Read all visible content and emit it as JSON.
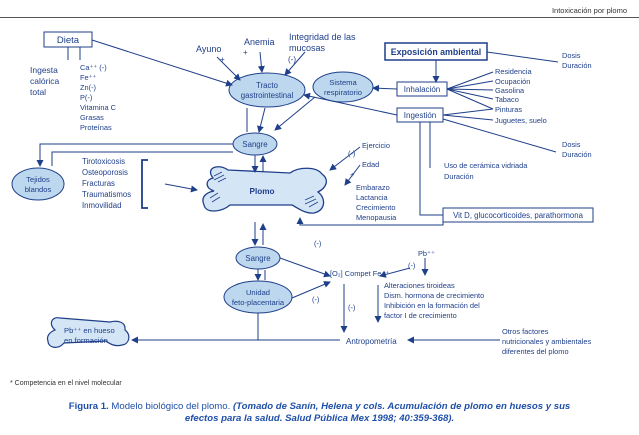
{
  "header": {
    "title": "Intoxicación por plomo"
  },
  "footnote": "* Competencia en el nivel molecular",
  "caption": {
    "label": "Figura 1.",
    "text": "Modelo biológico del plomo.",
    "source_line1": "(Tomado de Sanín, Helena y cols. Acumulación de plomo en huesos y sus",
    "source_line2": "efectos para la salud. Salud Pública Mex 1998; 40:359-368)."
  },
  "diagram": {
    "dieta": "Dieta",
    "ingesta": [
      "Ingesta",
      "calórica",
      "total"
    ],
    "nutrientes": [
      "Ca⁺⁺   (-)",
      "Fe⁺⁺",
      "Zn(-)",
      "P(-)",
      "Vitamina C",
      "Grasas",
      "Proteínas"
    ],
    "ayuno": "Ayuno",
    "anemia": "Anemia",
    "integridad": [
      "Integridad de las",
      "mucosas"
    ],
    "tracto": [
      "Tracto",
      "gastrointestinal"
    ],
    "sistema": [
      "Sistema",
      "respiratorio"
    ],
    "exposicion": "Exposición ambiental",
    "dosis": [
      "Dosis",
      "Duración"
    ],
    "inhalacion": "Inhalación",
    "inhalacion_items": [
      "Residencia",
      "Ocupación",
      "Gasolina",
      "Tabaco",
      "Pinturas"
    ],
    "ingestion": "Ingestión",
    "juguetes": "Juguetes, suelo",
    "dosis2": [
      "Dosis",
      "Duración"
    ],
    "ceramica": [
      "Uso de cerámica vidriada",
      "Duración"
    ],
    "sangre": "Sangre",
    "sangre2": "Sangre",
    "tejidos": [
      "Tejidos",
      "blandos"
    ],
    "tejidos_list": [
      "Tirotoxicosis",
      "Osteoporosis",
      "Fracturas",
      "Traumatismos",
      "Inmovilidad"
    ],
    "plomo": "Plomo",
    "ejercicio": "Ejercicio",
    "edad": "Edad",
    "edad_list": [
      "Embarazo",
      "Lactancia",
      "Crecimiento",
      "Menopausia"
    ],
    "vitd": "Vit D, glucocorticoides, parathormona",
    "unidad": [
      "Unidad",
      "feto-placentaria"
    ],
    "o2": "[O₂] Compet Fe⁺⁺",
    "pb": "Pb⁺⁺",
    "alteraciones": [
      "Alteraciones tiroideas",
      "Dism. hormona de crecimiento",
      "Inhibición en la formación del",
      "factor I de crecimiento"
    ],
    "pb_hueso": [
      "Pb⁺⁺ en hueso",
      "en formación"
    ],
    "antropometria": "Antropometría",
    "otros": [
      "Otros factores",
      "nutricionales y ambientales",
      "diferentes del plomo"
    ],
    "signs": {
      "minus": "(-)",
      "plus": "+"
    }
  },
  "colors": {
    "ink": "#1f3f8a",
    "fill": "#bcd7ee",
    "bone": "#d4e6f6"
  }
}
